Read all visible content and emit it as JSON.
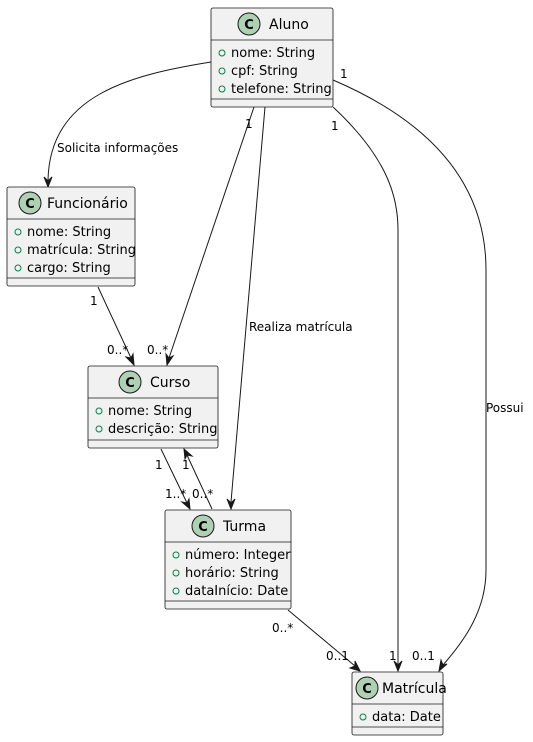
{
  "classes": {
    "aluno": {
      "name": "Aluno",
      "attributes": [
        "nome: String",
        "cpf: String",
        "telefone: String"
      ]
    },
    "funcionario": {
      "name": "Funcionário",
      "attributes": [
        "nome: String",
        "matrícula: String",
        "cargo: String"
      ]
    },
    "curso": {
      "name": "Curso",
      "attributes": [
        "nome: String",
        "descrição: String"
      ]
    },
    "turma": {
      "name": "Turma",
      "attributes": [
        "número: Integer",
        "horário: String",
        "dataInício: Date"
      ]
    },
    "matricula": {
      "name": "Matrícula",
      "attributes": [
        "data: Date"
      ]
    }
  },
  "badge_letter": "C",
  "relations": {
    "aluno_funcionario": {
      "label": "Solicita informações"
    },
    "aluno_curso": {
      "source_mult": "1",
      "target_mult": "0..*"
    },
    "aluno_turma": {
      "label": "Realiza matrícula"
    },
    "aluno_matricula_a": {
      "source_mult": "1",
      "target_mult": "1"
    },
    "aluno_matricula_b": {
      "label": "Possui",
      "source_mult": "1",
      "target_mult": "0..1"
    },
    "funcionario_curso": {
      "source_mult": "1",
      "target_mult": "0..*"
    },
    "curso_turma": {
      "source_mult": "1",
      "target_mult": "1..*"
    },
    "turma_curso": {
      "source_mult": "0..*",
      "target_mult": "1"
    },
    "turma_matricula": {
      "source_mult": "0..*",
      "target_mult": "0..1"
    }
  },
  "colors": {
    "border": "#181818",
    "fill": "#f1f1f1",
    "badge": "#add1b2",
    "visibility": "#038048"
  }
}
